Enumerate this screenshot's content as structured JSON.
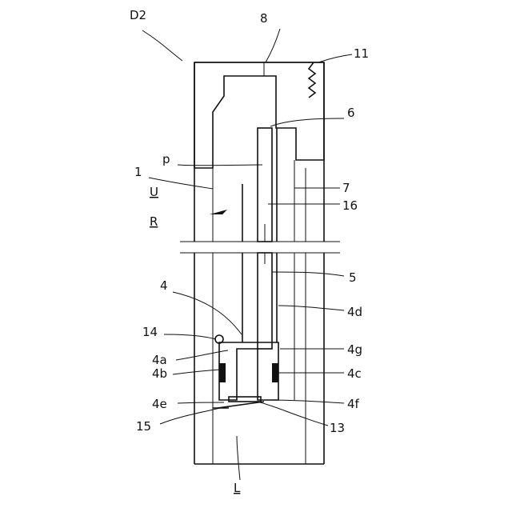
{
  "figure_label": "D2",
  "labels": {
    "n8": "8",
    "n11": "11",
    "n6": "6",
    "p": "p",
    "n1": "1",
    "n7": "7",
    "U": "U",
    "n16": "16",
    "R": "R",
    "n5": "5",
    "n4": "4",
    "n4d": "4d",
    "n14": "14",
    "n4g": "4g",
    "n4a": "4a",
    "n4b": "4b",
    "n4c": "4c",
    "n4e": "4e",
    "n4f": "4f",
    "n15": "15",
    "n13": "13",
    "L": "L"
  }
}
